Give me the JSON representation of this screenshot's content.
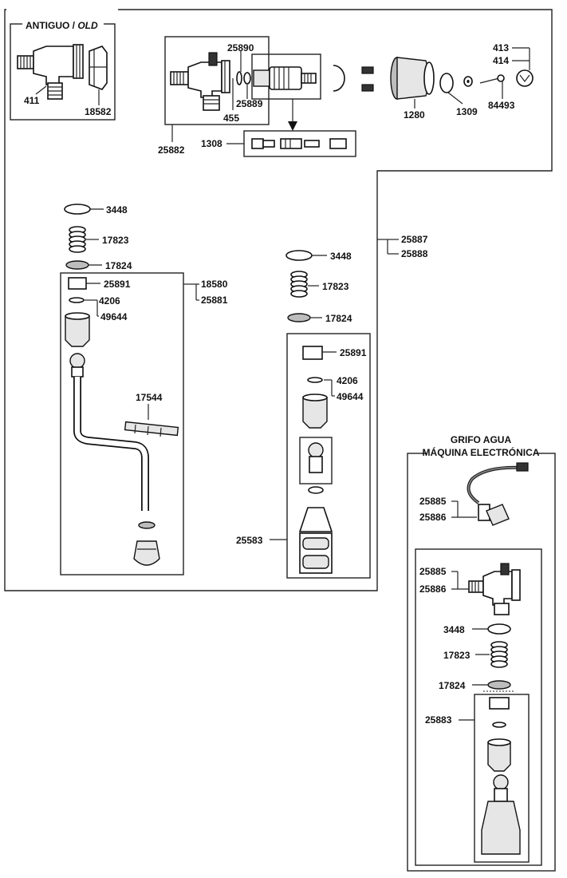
{
  "panels": {
    "old": {
      "title_main": "ANTIGUO / ",
      "title_italic": "OLD"
    },
    "electronic": {
      "title_line1": "GRIFO AGUA",
      "title_line2": "MÁQUINA ELECTRÓNICA"
    }
  },
  "labels": {
    "p411": "411",
    "p18582": "18582",
    "p25890": "25890",
    "p25889": "25889",
    "p455": "455",
    "p25882": "25882",
    "p1308": "1308",
    "p1280": "1280",
    "p1309": "1309",
    "p84493": "84493",
    "p413": "413",
    "p414": "414",
    "p25887": "25887",
    "p25888": "25888",
    "left_3448": "3448",
    "left_17823": "17823",
    "left_17824": "17824",
    "left_25891": "25891",
    "left_4206": "4206",
    "left_49644": "49644",
    "left_18580": "18580",
    "left_25881": "25881",
    "left_17544": "17544",
    "mid_3448": "3448",
    "mid_17823": "17823",
    "mid_17824": "17824",
    "mid_25891": "25891",
    "mid_4206": "4206",
    "mid_49644": "49644",
    "mid_25583": "25583",
    "el_25885": "25885",
    "el_25886": "25886",
    "ri_25885": "25885",
    "ri_25886": "25886",
    "ri_3448": "3448",
    "ri_17823": "17823",
    "ri_17824": "17824",
    "ri_25883": "25883"
  }
}
